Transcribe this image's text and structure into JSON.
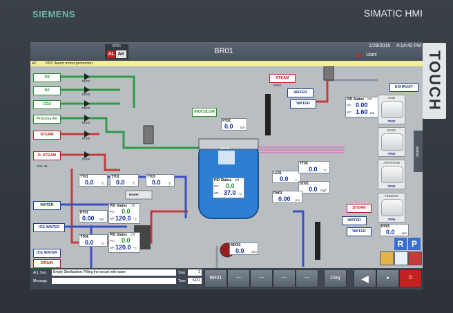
{
  "device": {
    "brand": "SIEMENS",
    "model": "SIMATIC HMI",
    "touch_label": "TOUCH"
  },
  "titlebar": {
    "alarm_group": "BR01",
    "al": "AL",
    "ak": "AK",
    "title": "BR01",
    "date": "1/29/2016",
    "time": "4:14:42 PM",
    "user_label": "User:"
  },
  "alarm_line": {
    "number": "42",
    "text": "P97: Alarm motor protection"
  },
  "gas_inputs": [
    {
      "label": "O2",
      "valve": "EN01"
    },
    {
      "label": "N2",
      "valve": "EN02"
    },
    {
      "label": "CO2",
      "valve": "EN03"
    },
    {
      "label": "Process Air",
      "valve": "EN04"
    }
  ],
  "steam_top": {
    "label": "STEAM",
    "valve": "EN07"
  },
  "steam_left": {
    "label": "STEAM",
    "valve": "PV06"
  },
  "dsteam": {
    "label": "D. STEAM",
    "valve": "PV08"
  },
  "psl": "PSL-01",
  "water_left": {
    "label": "WATER"
  },
  "ice_water_left": {
    "label": "ICE WATER"
  },
  "ice_water_bottom": {
    "label": "ICE WATER"
  },
  "drain": {
    "label": "DRAIN"
  },
  "exhaust": {
    "label": "EXHAUST"
  },
  "water_top1": {
    "label": "WATER"
  },
  "water_top2": {
    "label": "WATER"
  },
  "steam_right": {
    "label": "STEAM"
  },
  "water_right1": {
    "label": "WATER"
  },
  "water_right2": {
    "label": "WATER"
  },
  "inoculum": {
    "label": "INOCULUM"
  },
  "pt02": {
    "tag": "PT02",
    "value": "0.0",
    "unit": "bar"
  },
  "tt01": {
    "tag": "TT01",
    "value": "0.0",
    "unit": "°C"
  },
  "tt02": {
    "tag": "TT02",
    "value": "0.0",
    "unit": "°C"
  },
  "tt03": {
    "tag": "TT03",
    "value": "0.0",
    "unit": "°C"
  },
  "pt01": {
    "tag": "PT01",
    "value": "0.00",
    "unit": "bar"
  },
  "tt04": {
    "tag": "TT04",
    "value": "0.0",
    "unit": "°C"
  },
  "pid_left1": {
    "title": "PID Status",
    "status": "Off",
    "pv": "0.0",
    "sp": "120.0",
    "unit": "°C"
  },
  "pid_left2": {
    "title": "PID Status",
    "status": "Off",
    "pv": "0.0",
    "sp": "120.0",
    "unit": "°C"
  },
  "pid_tank": {
    "title": "PID Status",
    "status": "Off",
    "pv": "0.0",
    "sp": "37.0",
    "unit": "°C"
  },
  "pid_top": {
    "title": "PID Status",
    "status": "Off",
    "pv": "0.00",
    "sp": "1.60",
    "unit": "bar"
  },
  "le01": {
    "tag": "LE01",
    "value": "0.0",
    "unit": "L"
  },
  "tt05": {
    "tag": "TT05",
    "value": "0.0",
    "unit": "°C"
  },
  "do01": {
    "tag": "DO01",
    "value": "0.0",
    "unit": "mg/l"
  },
  "ph01": {
    "tag": "PH01",
    "value": "0.00",
    "unit": "pH"
  },
  "mix01": {
    "tag": "MIX01",
    "value": "0.0",
    "unit": "rpm"
  },
  "pp05": {
    "tag": "PP05",
    "value": "0.0",
    "unit": "rpm"
  },
  "heater": "Heater",
  "tank_level": "100.11",
  "controls": [
    {
      "title": "ACID",
      "tag": "TR02"
    },
    {
      "title": "BASE",
      "tag": "TR03"
    },
    {
      "title": "ANTIFOAM",
      "tag": "TR04"
    },
    {
      "title": "FEEDING",
      "tag": "TR05"
    }
  ],
  "details": "Details",
  "footer": {
    "act_seq_label": "Act. Seq",
    "act_seq": "Empty Sterilization: Filling the vessel with water",
    "message_label": "Message",
    "message": "",
    "step_label": "Step",
    "step": "2",
    "time_label": "Time",
    "time": "5231",
    "buttons": [
      "BR01",
      "---",
      "---",
      "---",
      "---",
      "Diag"
    ]
  },
  "colors": {
    "pipe_green": "#2f9a4a",
    "pipe_red": "#c63a3a",
    "pipe_blue": "#3a4fc6",
    "pipe_pink": "#d27ab8",
    "tank_blue": "#2d7fd6"
  }
}
